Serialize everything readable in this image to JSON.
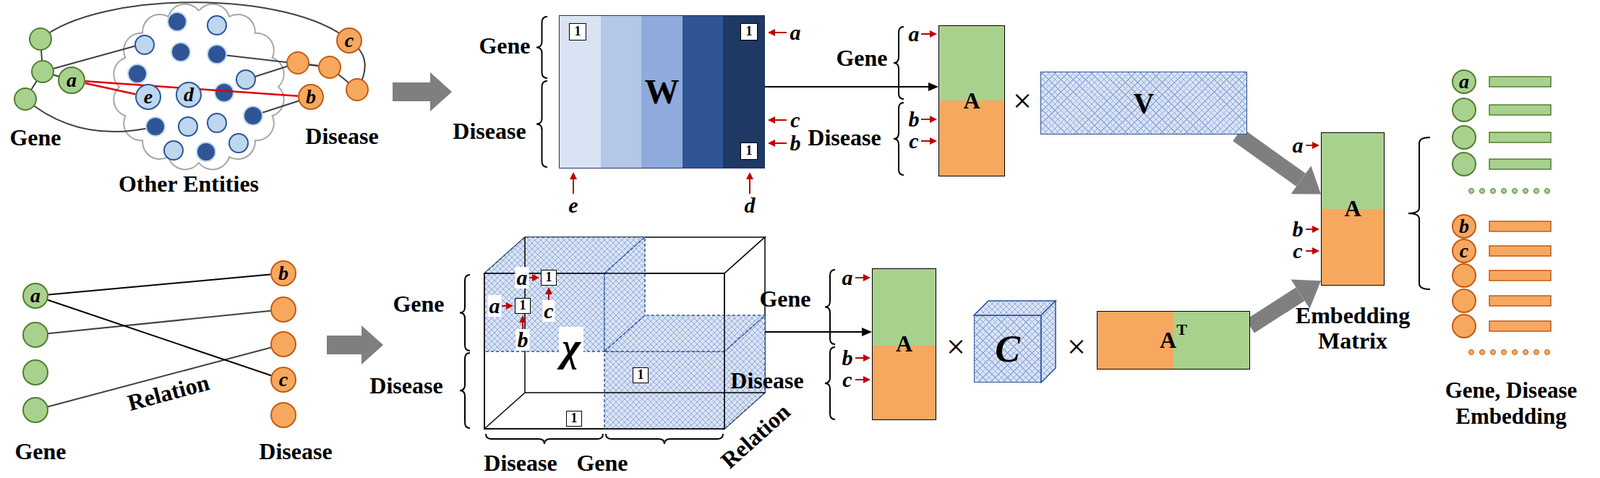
{
  "diagram": {
    "nodes": [
      {
        "text": [
          "a"
        ]
      },
      {
        "text": [
          "e"
        ]
      },
      {
        "text": [
          "d"
        ]
      },
      {
        "text": [
          "c"
        ]
      },
      {
        "text": [
          "b"
        ]
      },
      {
        "text": [
          "W"
        ]
      },
      {
        "text": [
          "1"
        ],
        "in": 5
      },
      {
        "text": [
          "1"
        ],
        "in": 5
      },
      {
        "text": [
          "1"
        ],
        "in": 5
      },
      {
        "text": [
          "A"
        ]
      },
      {
        "text": [
          "V"
        ]
      },
      {
        "text": [
          "A",
          "Embedding Matrix"
        ]
      },
      {
        "text": [
          "a"
        ]
      },
      {
        "text": [
          "b"
        ]
      },
      {
        "text": [
          "c"
        ]
      },
      {
        "text": [
          "a"
        ]
      },
      {
        "text": [
          "b"
        ]
      },
      {
        "text": [
          "c"
        ]
      },
      {
        "text": [
          "χ"
        ]
      },
      {
        "text": [
          "1"
        ],
        "in": 18
      },
      {
        "text": [
          "1"
        ],
        "in": 18
      },
      {
        "text": [
          "1"
        ],
        "in": 18
      },
      {
        "text": [
          "1"
        ],
        "in": 18
      },
      {
        "text": [
          "A"
        ]
      },
      {
        "text": [
          "C"
        ]
      },
      {
        "text": [
          "A",
          "T"
        ]
      }
    ],
    "edges": [
      {
        "from": 0,
        "to": 1,
        "arrow": "none"
      },
      {
        "from": 0,
        "to": 4,
        "arrow": "none"
      },
      {
        "from": 5,
        "to": 9,
        "arrow": "to"
      },
      {
        "from": 10,
        "to": 11,
        "arrow": "to"
      },
      {
        "from": 15,
        "to": 16,
        "arrow": "none"
      },
      {
        "from": 15,
        "to": 17,
        "arrow": "none"
      },
      {
        "from": 18,
        "to": 23,
        "arrow": "to"
      },
      {
        "from": 25,
        "to": 11,
        "arrow": "to"
      }
    ],
    "labels": [
      "Gene",
      "Disease",
      "Other Entities",
      "Gene",
      "Disease",
      "a",
      "c",
      "b",
      "e",
      "d",
      "Gene",
      "Disease",
      "a",
      "b",
      "c",
      "×",
      "a",
      "b",
      "c",
      "Gene, Disease Embedding",
      "Relation",
      "Gene",
      "Disease",
      "Gene",
      "Disease",
      "a",
      "b",
      "a",
      "c",
      "Disease",
      "Gene",
      "Relation",
      "Gene",
      "Disease",
      "a",
      "b",
      "c",
      "×",
      "×"
    ]
  }
}
